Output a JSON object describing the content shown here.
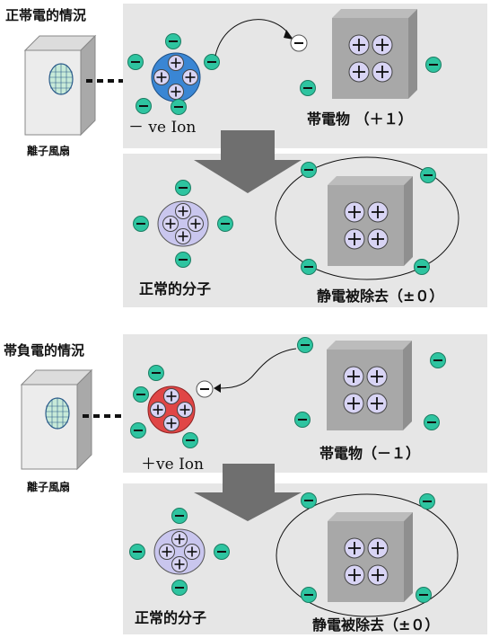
{
  "positive_case": {
    "title": "正帯電的情況",
    "fan_label": "離子風扇",
    "ion_label": "－ ve Ion",
    "charged_object_label": "帯電物 （＋１）",
    "neutral_molecule_label": "正常的分子",
    "result_label": "静電被除去（±０）"
  },
  "negative_case": {
    "title": "帯負電的情況",
    "fan_label": "離子風扇",
    "ion_label": "＋ve Ion",
    "charged_object_label": "帯電物（－１）",
    "neutral_molecule_label": "正常的分子",
    "result_label": "静電被除去（±０）"
  },
  "colors": {
    "panel": "#e6e6e6",
    "electron": "#2ec4a0",
    "negative_ion_core": "#3a86d4",
    "positive_ion_core": "#e04646",
    "proton": "#d8d4f4",
    "molecule": "#c9c6ee",
    "arrow": "#6f6f6f"
  }
}
